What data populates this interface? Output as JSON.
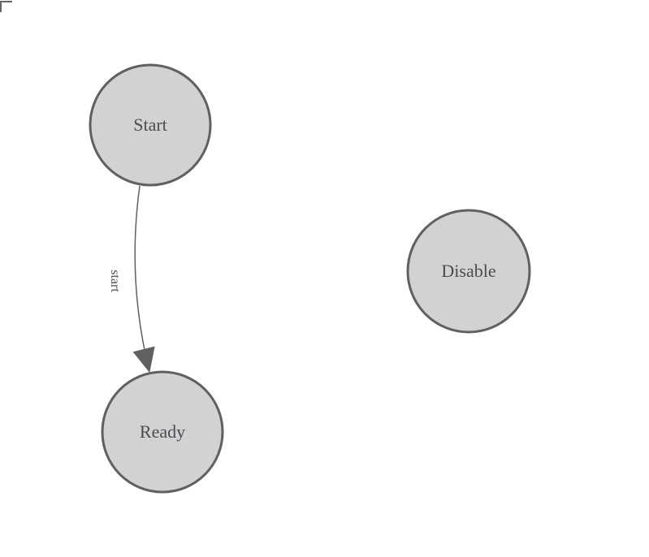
{
  "diagram": {
    "nodes": [
      {
        "id": "start",
        "label": "Start"
      },
      {
        "id": "ready",
        "label": "Ready"
      },
      {
        "id": "disable",
        "label": "Disable"
      }
    ],
    "edges": [
      {
        "from": "Start",
        "to": "Ready",
        "label": "start"
      }
    ]
  },
  "colors": {
    "background": "#ffffff",
    "node_fill": "#d2d2d2",
    "node_stroke": "#606060",
    "node_text": "#4a4c51",
    "edge_stroke": "#606060",
    "arrowhead_fill": "#606060",
    "edge_label_text": "#474e58",
    "corner_mark": "#666666"
  }
}
